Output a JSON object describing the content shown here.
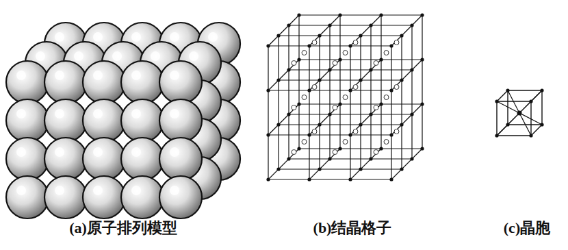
{
  "diagram": {
    "labels": [
      "(a)原子排列模型",
      "(b)结晶格子",
      "(c)晶胞"
    ]
  }
}
